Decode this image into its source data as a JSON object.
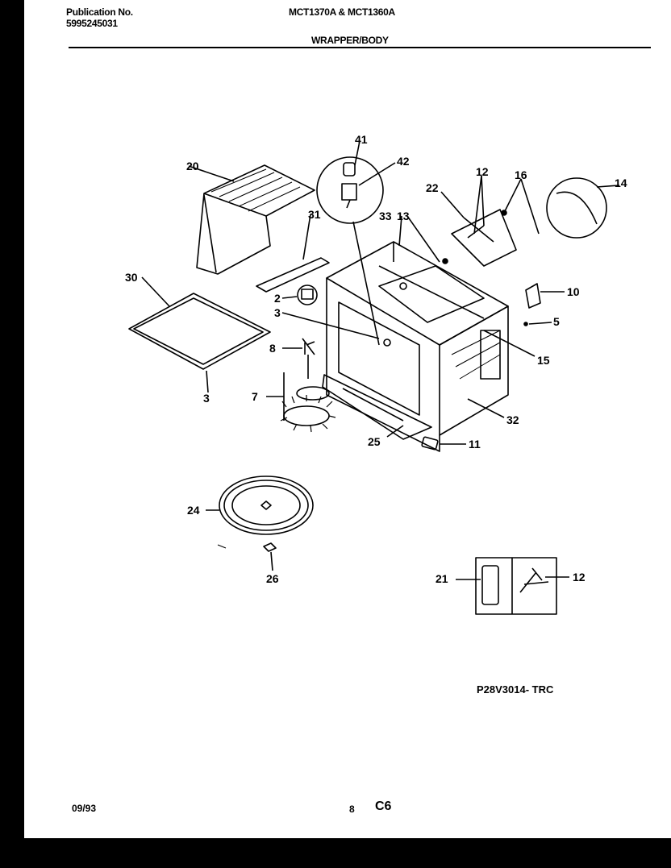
{
  "header": {
    "publication_label": "Publication No.",
    "publication_number": "5995245031",
    "models": "MCT1370A & MCT1360A",
    "section_title": "WRAPPER/BODY"
  },
  "callouts": {
    "c41": "41",
    "c42": "42",
    "c20": "20",
    "c12a": "12",
    "c16": "16",
    "c14": "14",
    "c22": "22",
    "c31": "31",
    "c33": "33",
    "c13": "13",
    "c30": "30",
    "c2": "2",
    "c3a": "3",
    "c10": "10",
    "c5": "5",
    "c8": "8",
    "c15": "15",
    "c3b": "3",
    "c7": "7",
    "c32": "32",
    "c25": "25",
    "c11": "11",
    "c24": "24",
    "c26": "26",
    "c21": "21",
    "c12b": "12"
  },
  "drawing_code": "P28V3014- TRC",
  "footer": {
    "date": "09/93",
    "page": "8",
    "code": "C6"
  }
}
